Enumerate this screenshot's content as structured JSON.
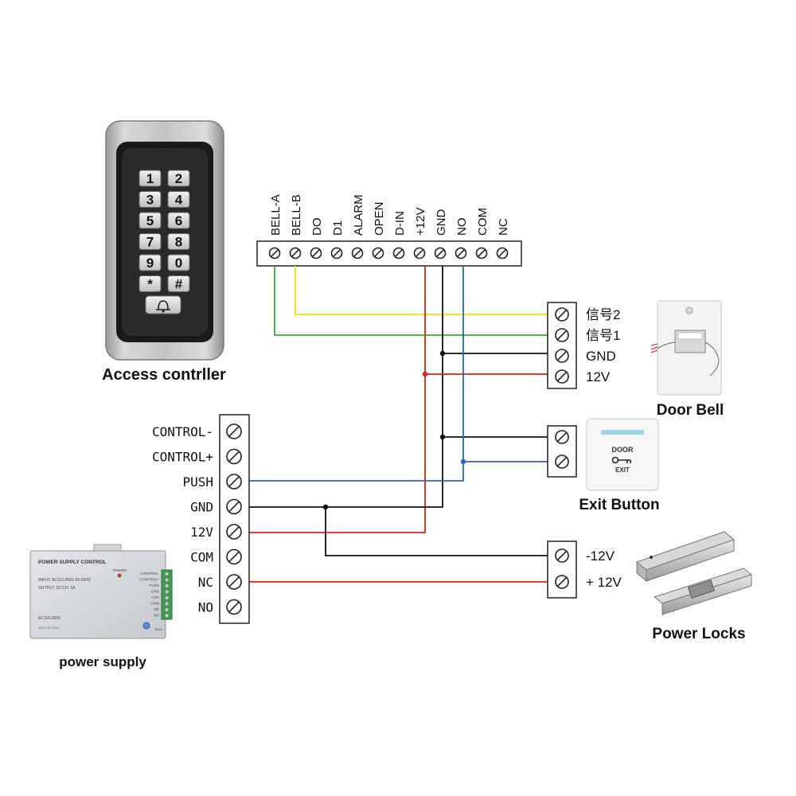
{
  "controller": {
    "caption": "Access contrller",
    "keys": [
      "1",
      "2",
      "3",
      "4",
      "5",
      "6",
      "7",
      "8",
      "9",
      "0",
      "*",
      "#"
    ],
    "terminals": [
      "BELL-A",
      "BELL-B",
      "DO",
      "D1",
      "ALARM",
      "OPEN",
      "D-IN",
      "+12V",
      "GND",
      "NO",
      "COM",
      "NC"
    ]
  },
  "door_bell": {
    "caption": "Door Bell",
    "terminals": [
      "信号2",
      "信号1",
      "GND",
      "12V"
    ]
  },
  "exit_button": {
    "caption": "Exit Button",
    "face_top": "DOOR",
    "face_bottom": "EXIT"
  },
  "power_supply": {
    "caption": "power supply",
    "terminals": [
      "CONTROL-",
      "CONTROL+",
      "PUSH",
      "GND",
      "12V",
      "COM",
      "NC",
      "NO"
    ],
    "panel_title": "POWER SUPPLY CONTROL",
    "panel_input": "INPUT: AC110-260V 50-60HZ",
    "panel_output": "OUTPUT: DC12V  3A",
    "panel_power": "POWER",
    "panel_small_labels": [
      "CONTROL-",
      "CONTROL+",
      "PUSH",
      "GND",
      "+12V",
      "COM",
      "NC",
      "NO"
    ],
    "panel_voltage": "AC110-260V",
    "panel_made": "MADE IN CHINA",
    "panel_timer": "Timer"
  },
  "power_locks": {
    "caption": "Power Locks",
    "terminals": [
      "-12V",
      "+ 12V"
    ]
  },
  "colors": {
    "yellow": "#f5e000",
    "green": "#3aaa35",
    "red": "#e2231a",
    "black": "#111111",
    "blue": "#2a63d4"
  }
}
